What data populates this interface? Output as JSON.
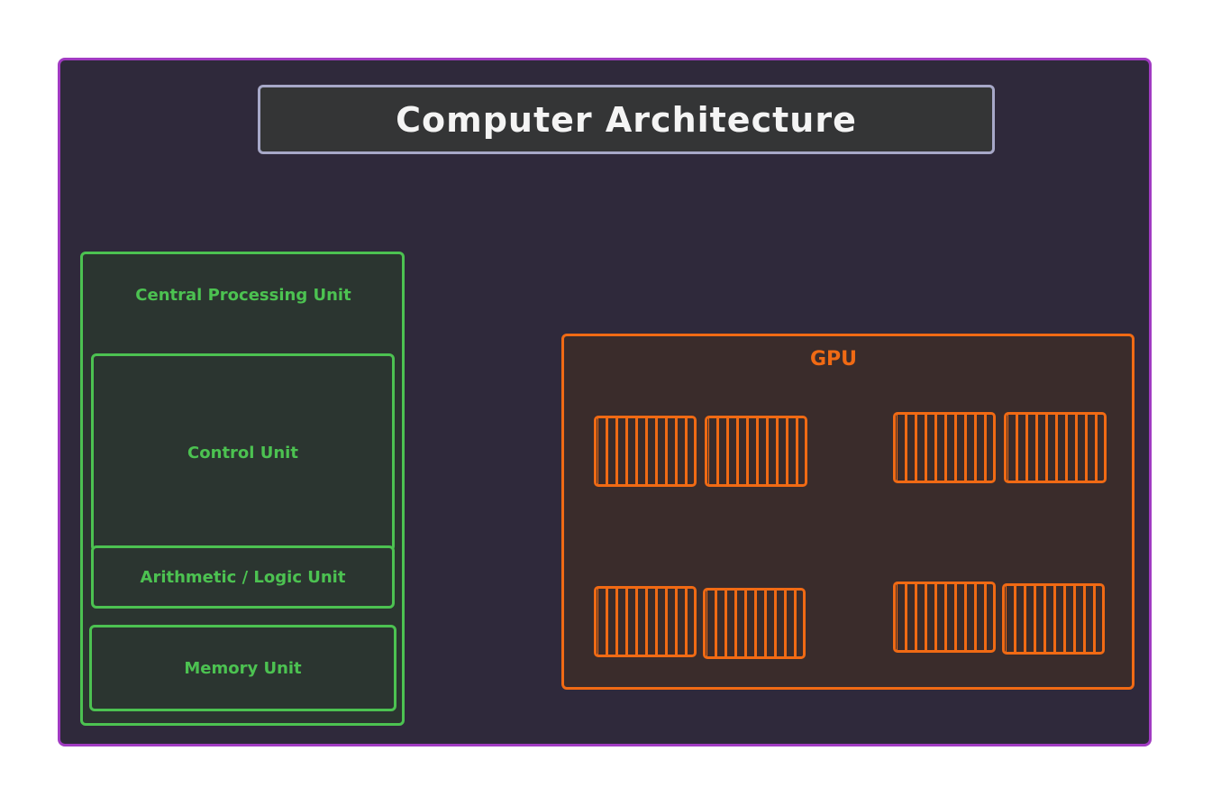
{
  "title": "Computer Architecture",
  "cpu": {
    "label": "Central Processing Unit",
    "components": [
      "Control Unit",
      "Arithmetic / Logic Unit",
      "Memory Unit"
    ]
  },
  "gpu": {
    "label": "GPU",
    "core_block_count": 8
  },
  "colors": {
    "frame_border": "#a13bc2",
    "background": "#2f293b",
    "title_border": "#a7a8c8",
    "cpu": "#4cc251",
    "gpu": "#f06a14"
  }
}
